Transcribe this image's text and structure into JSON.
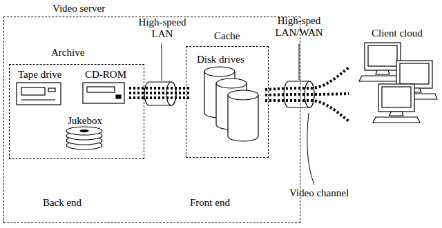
{
  "diagram": {
    "nodes": [
      {
        "text": [
          "Video server"
        ]
      },
      {
        "text": [
          "Archive"
        ],
        "in": 0
      },
      {
        "text": [
          "Tape drive"
        ],
        "in": 1
      },
      {
        "text": [
          "CD-ROM"
        ],
        "in": 1
      },
      {
        "text": [
          "Jukebox"
        ],
        "in": 1
      },
      {
        "text": [
          "Cache"
        ],
        "in": 0
      },
      {
        "text": [
          "Disk drives"
        ],
        "in": 5
      },
      {
        "text": [
          "Client cloud"
        ]
      }
    ],
    "edges": [
      {
        "from": 3,
        "to": 6,
        "arrow": "none"
      },
      {
        "from": 6,
        "to": 7,
        "arrow": "none"
      }
    ],
    "labels": [
      "High-speed LAN",
      "High-sped LAN/WAN",
      "Video channel",
      "Back end",
      "Front end"
    ]
  }
}
